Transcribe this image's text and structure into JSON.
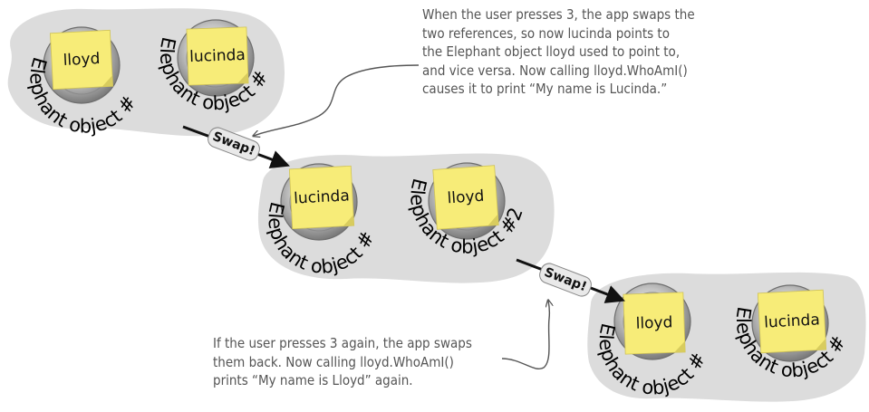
{
  "groups": [
    {
      "objects": [
        {
          "label": "Elephant object #1",
          "note": "lloyd"
        },
        {
          "label": "Elephant object #2",
          "note": "lucinda"
        }
      ]
    },
    {
      "objects": [
        {
          "label": "Elephant object #1",
          "note": "lucinda"
        },
        {
          "label": "Elephant object #2",
          "note": "lloyd"
        }
      ]
    },
    {
      "objects": [
        {
          "label": "Elephant object #1",
          "note": "lloyd"
        },
        {
          "label": "Elephant object #2",
          "note": "lucinda"
        }
      ]
    }
  ],
  "arrows": [
    {
      "label": "Swap!"
    },
    {
      "label": "Swap!"
    }
  ],
  "annotations": {
    "top": [
      "When the user presses 3, the app swaps the",
      "two references, so now lucinda points to",
      "the Elephant object lloyd used to point to,",
      "and vice versa. Now calling lloyd.WhoAmI()",
      "causes it to print “My name is Lucinda.”"
    ],
    "bottom": [
      "If the user presses 3 again, the app swaps",
      "them back. Now calling lloyd.WhoAmI()",
      "prints “My name is Lloyd” again."
    ]
  },
  "colors": {
    "blob": "#dcdcdc",
    "note": "#f7ec78",
    "note_edge": "#d6c95a",
    "circle_outer": "#9a9a9a",
    "circle_inner": "#c9c9c9",
    "annotation": "#555555",
    "arrow": "#111111"
  }
}
